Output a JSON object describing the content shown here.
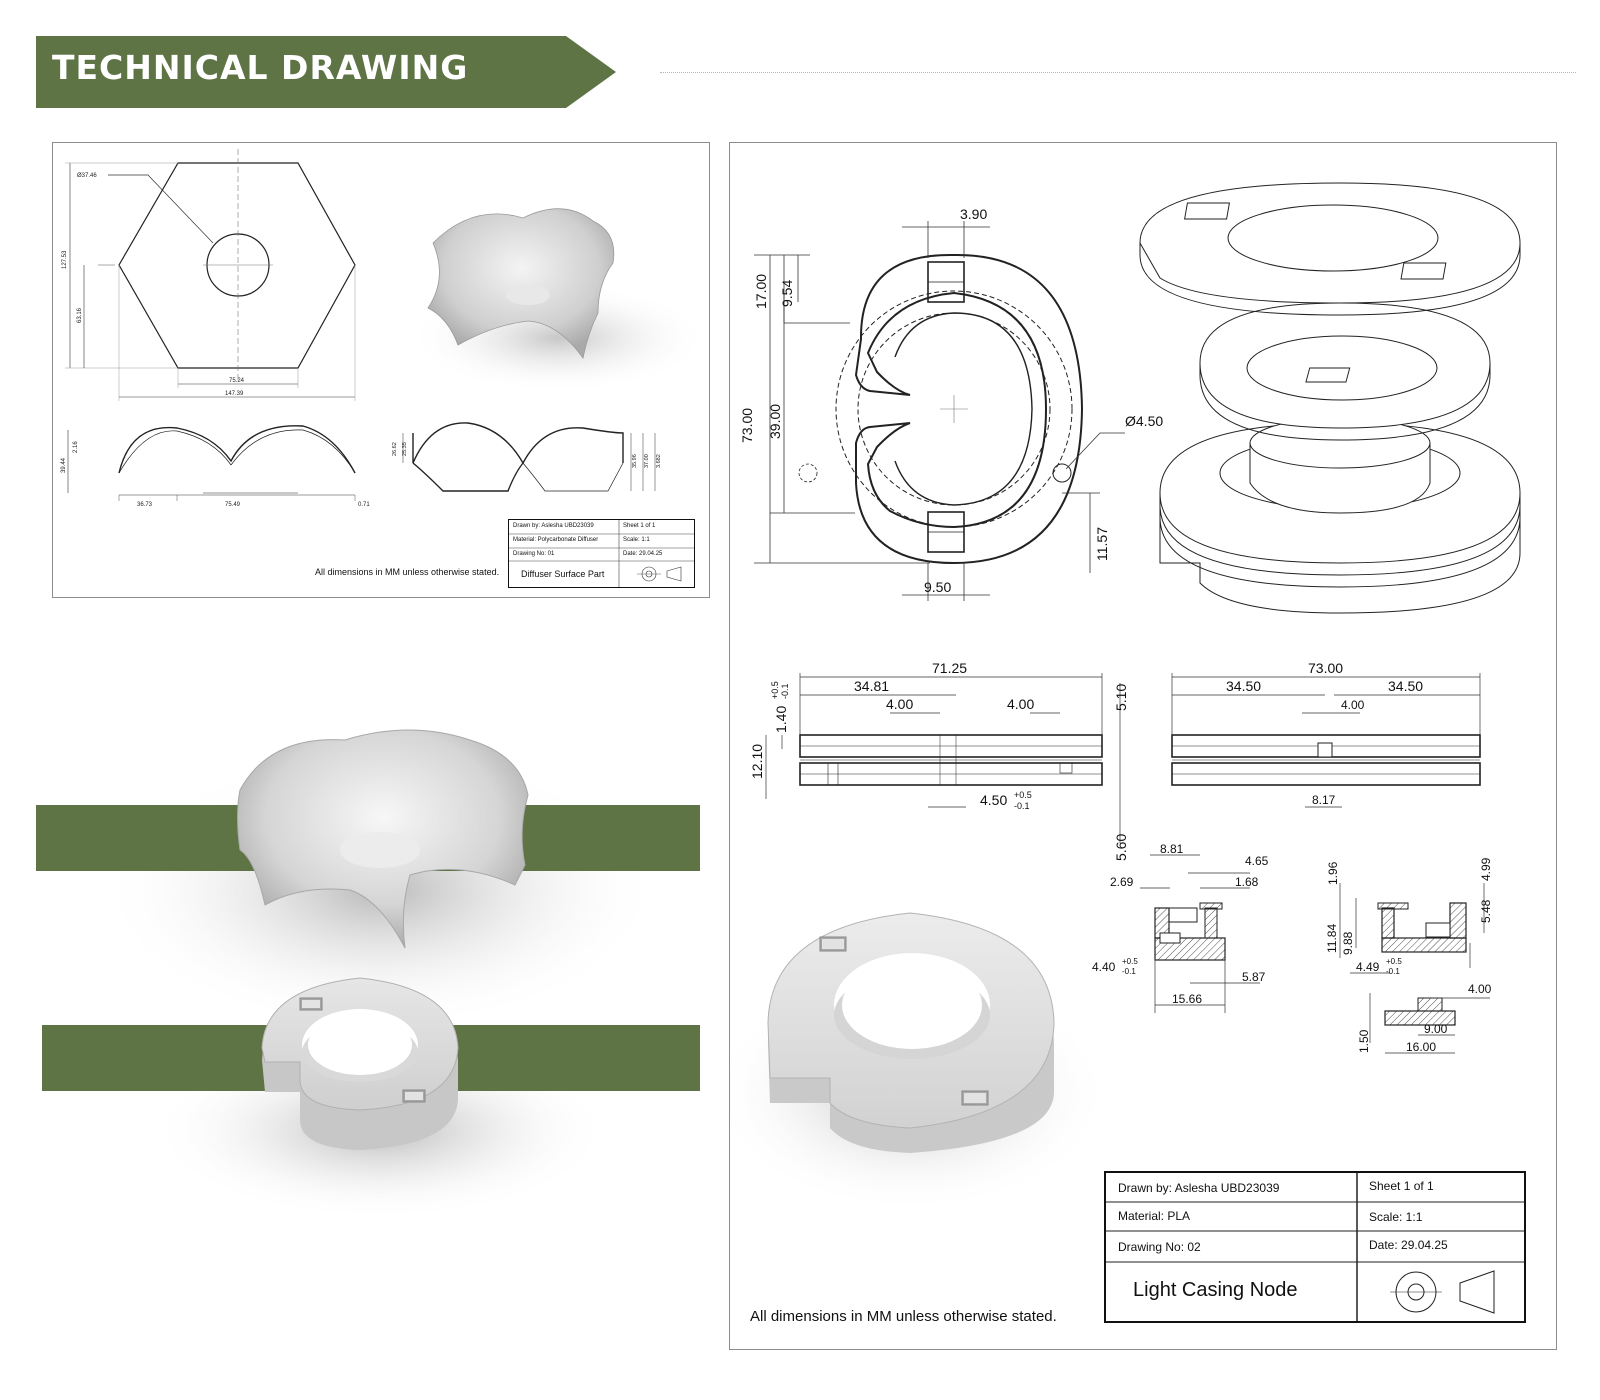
{
  "header": {
    "title": "TECHNICAL DRAWING"
  },
  "colors": {
    "accent": "#5e7445",
    "line": "#1a1a1a",
    "render_fill": "#dcdcdc",
    "render_shade": "#bdbdbd"
  },
  "sheet1": {
    "dims": {
      "dia": "Ø37.46",
      "h_total": "127.53",
      "h_half": "63.16",
      "w_flat": "75.24",
      "w_total": "147.39",
      "e1_h1": "39.44",
      "e1_h2": "2.16",
      "e1_w1": "36.73",
      "e1_w2": "75.49",
      "e1_w3": "0.71",
      "e2_h1": "26.62",
      "e2_h2": "25.35",
      "e2_r1": "35.96",
      "e2_r2": "37.00",
      "e2_r3": "3.682"
    },
    "note": "All dimensions in MM unless otherwise stated.",
    "title_block": {
      "drawn_by": "Drawn by: Aslesha UBD23039",
      "sheet": "Sheet 1 of 1",
      "material": "Material: Polycarbonate Diffuser",
      "scale": "Scale: 1:1",
      "drawing_no": "Drawing No: 01",
      "date": "Date: 29.04.25",
      "part_name": "Diffuser Surface Part"
    }
  },
  "sheet2": {
    "plan": {
      "slot_w": "3.90",
      "d17": "17.00",
      "d954": "9.54",
      "d73": "73.00",
      "d39": "39.00",
      "hole": "Ø4.50",
      "d1157": "11.57",
      "d950": "9.50"
    },
    "side1": {
      "w": "71.25",
      "w_half": "34.81",
      "a": "4.00",
      "b": "4.00",
      "tol_top": "+0.5",
      "tol_bot": "-0.1",
      "h140": "1.40",
      "h1210": "12.10",
      "h510": "5.10",
      "h560": "5.60",
      "d450": "4.50"
    },
    "side2": {
      "w": "73.00",
      "l": "34.50",
      "r": "34.50",
      "gap": "4.00",
      "bottom": "8.17"
    },
    "det1": {
      "a": "8.81",
      "b": "4.65",
      "c": "2.69",
      "d": "1.68",
      "e": "4.40",
      "f": "5.87",
      "g": "15.66"
    },
    "det2": {
      "a": "1.96",
      "b": "4.99",
      "c": "5.48",
      "d": "11.84",
      "e": "9.88",
      "f": "4.49",
      "g": "4.00",
      "h": "9.00",
      "i": "1.50",
      "j": "16.00"
    },
    "note": "All dimensions in MM unless otherwise stated.",
    "title_block": {
      "drawn_by": "Drawn by: Aslesha UBD23039",
      "sheet": "Sheet 1 of 1",
      "material": "Material: PLA",
      "scale": "Scale: 1:1",
      "drawing_no": "Drawing No: 02",
      "date": "Date: 29.04.25",
      "part_name": "Light Casing Node"
    }
  }
}
